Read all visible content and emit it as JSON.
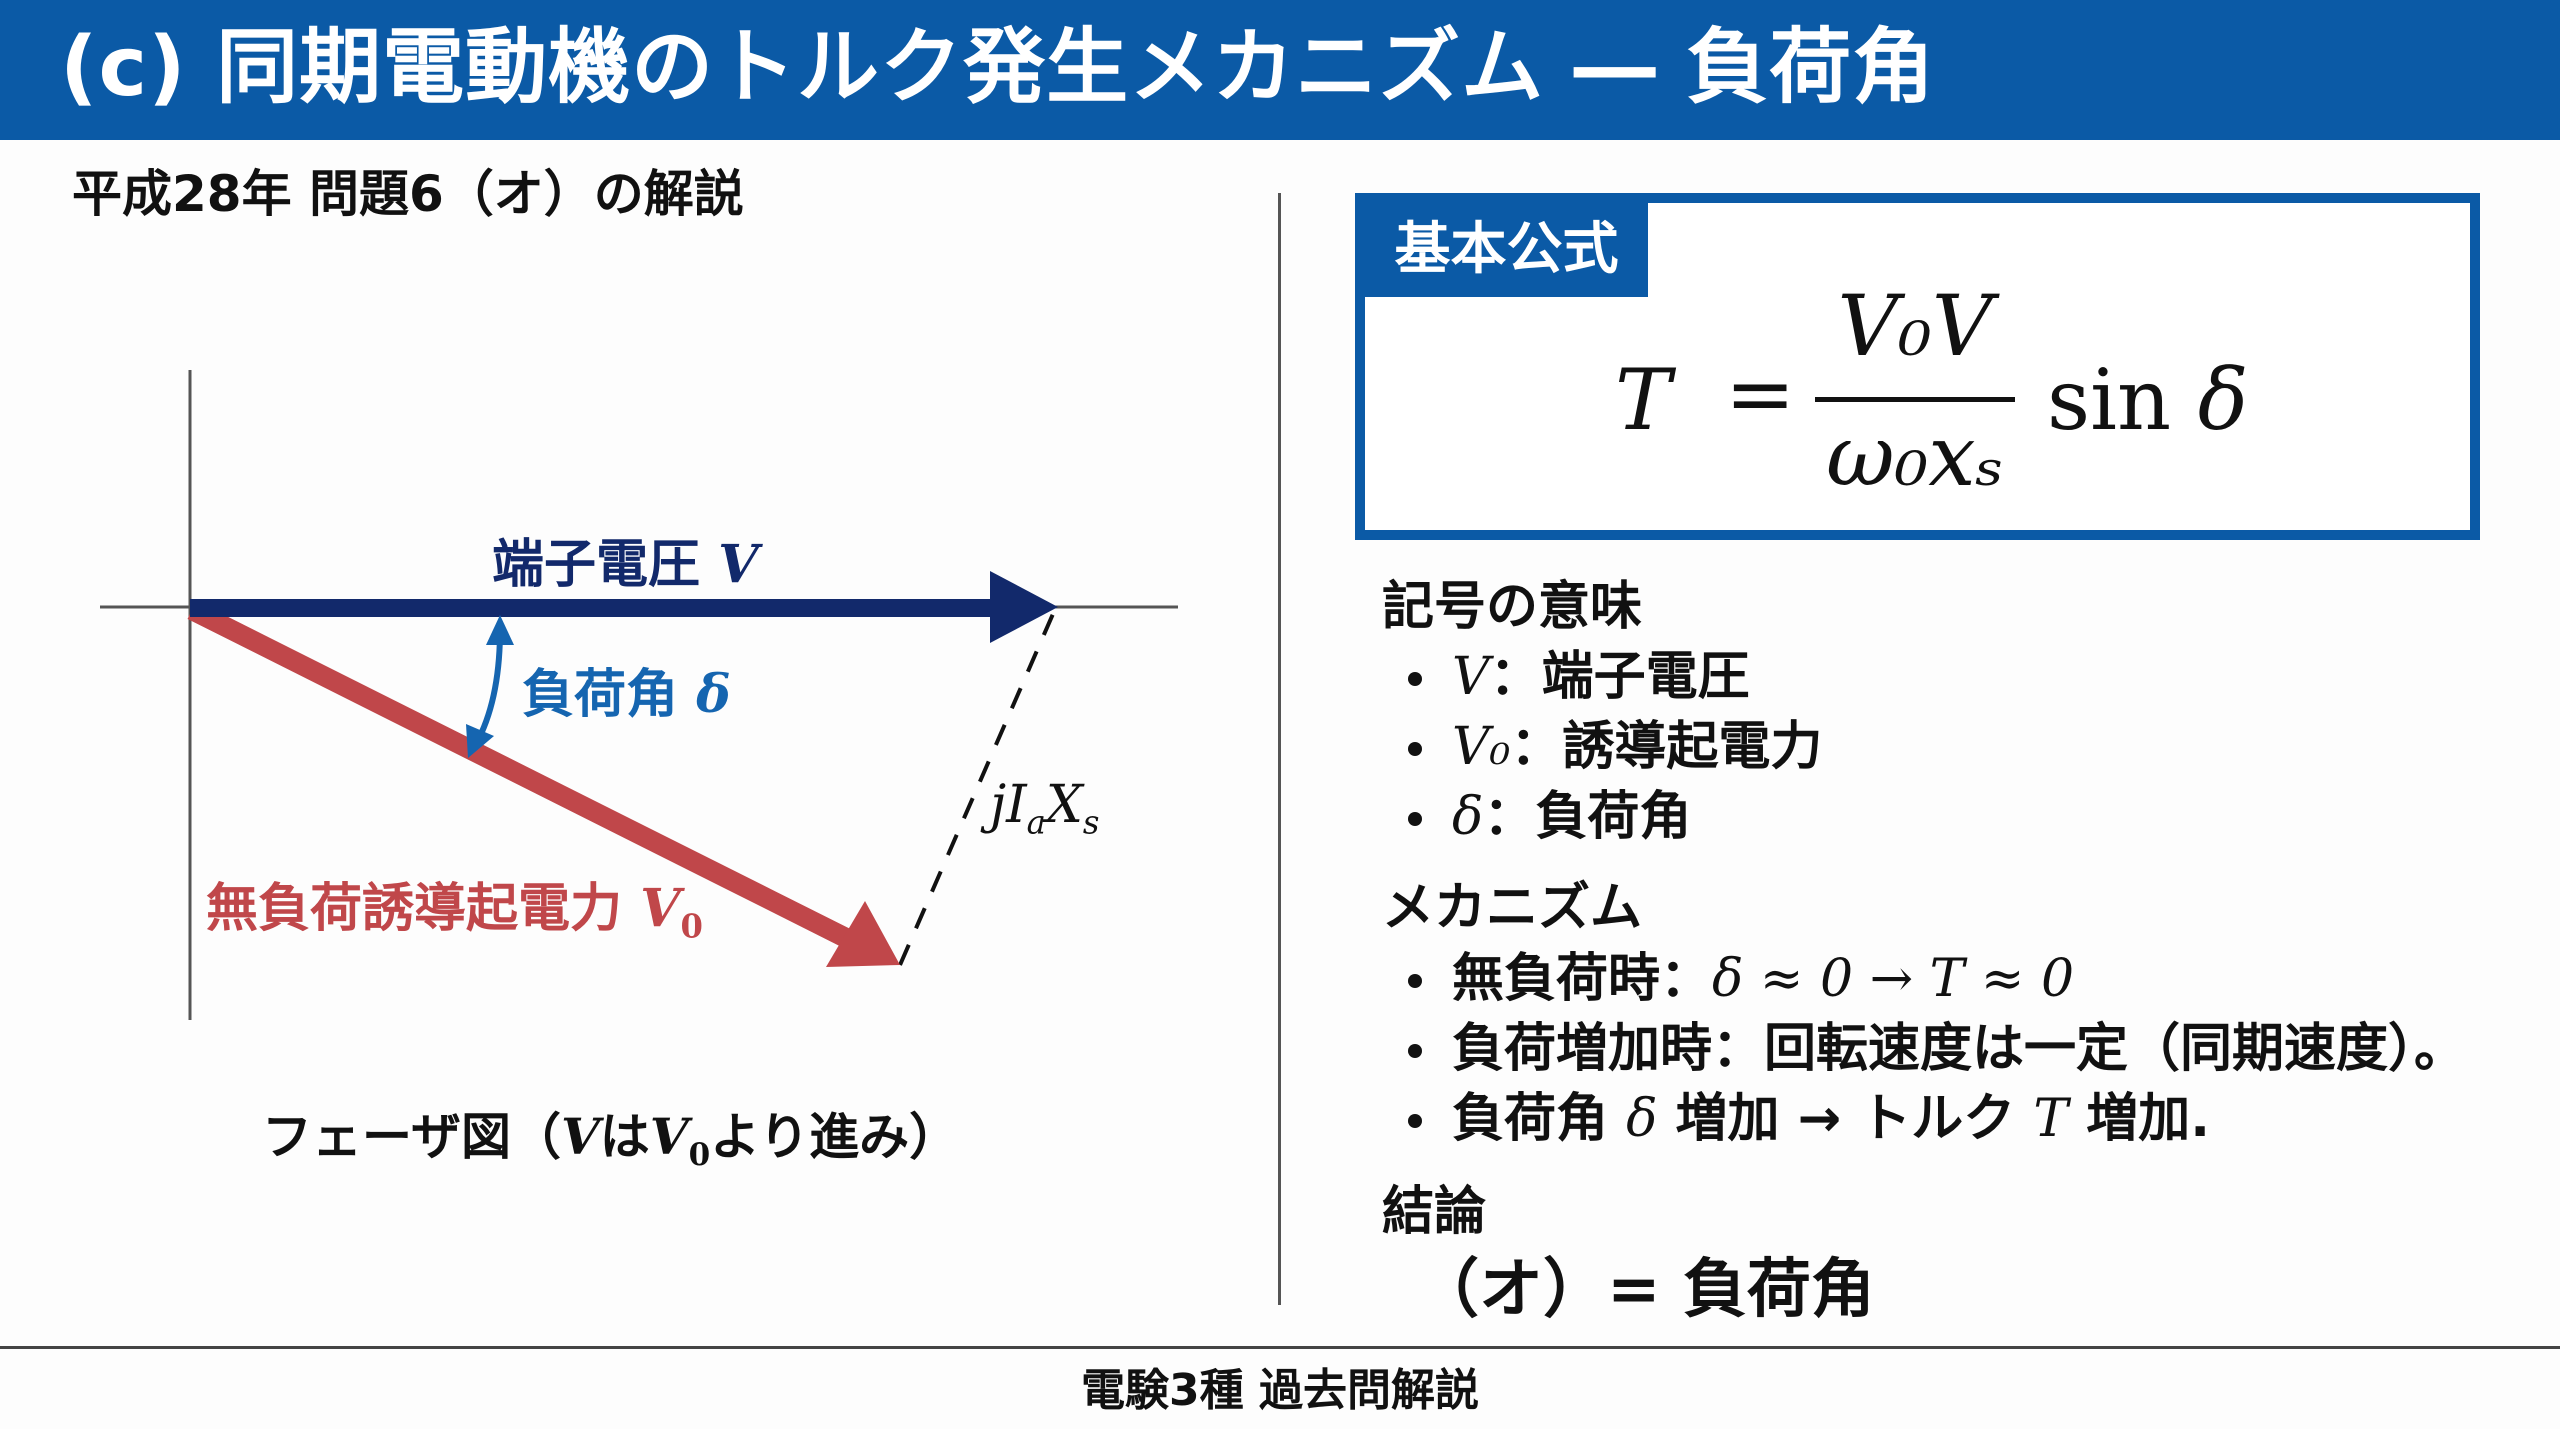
{
  "header": {
    "title": "(c) 同期電動機のトルク発生メカニズム ― 負荷角",
    "background_color": "#0b5aa6"
  },
  "subtitle": "平成28年 問題6（オ）の解説",
  "phasor_diagram": {
    "terminal_voltage_label": "端子電圧",
    "terminal_voltage_symbol": "V",
    "terminal_voltage_color": "#12296b",
    "load_angle_label": "負荷角",
    "load_angle_symbol": "δ",
    "load_angle_color": "#1565b0",
    "emf_label": "無負荷誘導起電力",
    "emf_symbol": "V",
    "emf_subscript": "0",
    "emf_color": "#c0474a",
    "drop_label": {
      "j": "j",
      "I": "I",
      "I_sub": "a",
      "X": "X",
      "X_sub": "s"
    },
    "caption_prefix": "フェーザ図（",
    "caption_v": "V",
    "caption_mid": "は",
    "caption_v0": "V",
    "caption_v0_sub": "0",
    "caption_suffix": "より進み）"
  },
  "formula_box": {
    "label": "基本公式",
    "lhs": "T",
    "equals": "=",
    "numerator": "V₀V",
    "denominator": "ω₀xₛ",
    "sin": "sin",
    "angle": "δ"
  },
  "symbols": {
    "title": "記号の意味",
    "items": [
      {
        "symbol": "V",
        "text": "：端子電圧"
      },
      {
        "symbol": "V₀",
        "text": "：誘導起電力"
      },
      {
        "symbol": "δ",
        "text": "：負荷角"
      }
    ]
  },
  "mechanism": {
    "title": "メカニズム",
    "items": [
      {
        "text": "無負荷時：",
        "math": "δ ≈ 0 → T ≈ 0"
      },
      {
        "text": "負荷増加時：回転速度は一定（同期速度）。"
      },
      {
        "text_a": "負荷角 ",
        "math_a": "δ",
        "text_b": " 増加 → トルク ",
        "math_b": "T",
        "text_c": " 増加."
      }
    ]
  },
  "conclusion": {
    "title": "結論",
    "text": "（オ）= 負荷角"
  },
  "footer": {
    "text": "電験3種 過去問解説"
  }
}
